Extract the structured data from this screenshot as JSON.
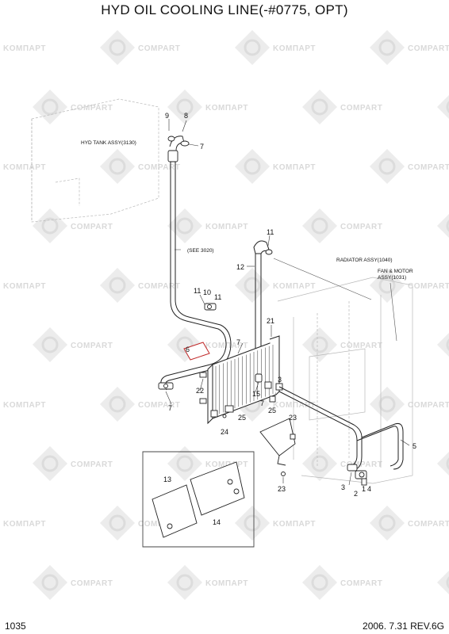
{
  "title": "HYD OIL COOLING LINE(-#0775, OPT)",
  "page_number": "1035",
  "revision": "2006. 7.31  REV.6G",
  "watermarks": [
    "KOMПAPT",
    "COMPART"
  ],
  "assembly_labels": {
    "hyd_tank": "HYD TANK ASSY(3130)",
    "see_ref": "(SEE 3020)",
    "radiator": "RADIATOR ASSY(1040)",
    "fan_motor_line1": "FAN & MOTOR",
    "fan_motor_line2": "ASSY(1031)"
  },
  "callouts": {
    "c9": "9",
    "c8": "8",
    "c7a": "7",
    "c11a": "11",
    "c12": "12",
    "c11b": "11",
    "c10": "10",
    "c11c": "11",
    "c21": "21",
    "c7b": "7",
    "c6": "6",
    "c22": "22",
    "c7c": "7",
    "c15": "15",
    "c3a": "3",
    "c7d": "7",
    "c25a": "25",
    "c25b": "25",
    "c24": "24",
    "c23a": "23",
    "c5": "5",
    "c23b": "23",
    "c13": "13",
    "c14": "14",
    "c3b": "3",
    "c2": "2",
    "c1": "1",
    "c4": "4"
  }
}
